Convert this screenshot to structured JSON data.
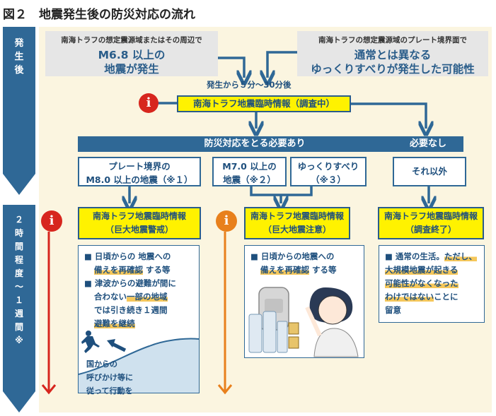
{
  "title": "図２　地震発生後の防災対応の流れ",
  "sidebar": {
    "phase1": [
      "発",
      "生",
      "後"
    ],
    "phase2": [
      "２",
      "時",
      "間",
      "程",
      "度",
      "〜",
      "１",
      "週",
      "間",
      "※"
    ]
  },
  "triggers": {
    "left_small": "南海トラフの想定震源域またはその周辺で",
    "left_big1": "M6.8 以上の",
    "left_big2": "地震が発生",
    "right_small": "南海トラフの想定震源域のプレート境界面で",
    "right_big1": "通常とは異なる",
    "right_big2": "ゆっくりすべりが発生した可能性"
  },
  "timing": "発生から５分〜30分後",
  "investigating": "南海トラフ地震臨時情報（調査中）",
  "branches": {
    "needed": "防災対応をとる必要あり",
    "not_needed": "必要なし"
  },
  "cases": {
    "plate_l1": "プレート境界の",
    "plate_l2": "M8.0 以上の地震（※１）",
    "m7_l1": "M7.0 以上の",
    "m7_l2": "地震（※２）",
    "slip_l1": "ゆっくりすべり",
    "slip_l2": "（※３）",
    "other": "それ以外"
  },
  "info": {
    "warning_l1": "南海トラフ地震臨時情報",
    "warning_l2": "（巨大地震警戒）",
    "caution_l1": "南海トラフ地震臨時情報",
    "caution_l2": "（巨大地震注意）",
    "ended_l1": "南海トラフ地震臨時情報",
    "ended_l2": "（調査終了）"
  },
  "actions": {
    "warning_a1": "日頃からの 地震への",
    "warning_a2a": "備えを再確認",
    "warning_a2b": " する等",
    "warning_b1": "津波からの避難が間に",
    "warning_b2a": "合わない",
    "warning_b2b": "一部の地域",
    "warning_b3": "では引き続き１週間",
    "warning_b4": "避難を継続",
    "warning_c1": "国からの",
    "warning_c2": "呼びかけ等に",
    "warning_c3": "従って行動を",
    "caution_a1": "日頃からの地震への",
    "caution_a2a": "備えを再確認",
    "caution_a2b": " する等",
    "ended_1a": "通常の生活。",
    "ended_1b": "ただし、",
    "ended_2": "大規模地震が起きる",
    "ended_3": "可能性がなくなった",
    "ended_4a": "わけではない",
    "ended_4b": "ことに",
    "ended_5": "留意"
  },
  "colors": {
    "navy": "#2f6896",
    "yellow": "#fff200",
    "red_info": "#d7261e",
    "orange_info": "#e8801c",
    "panel_bg": "#fbf5e0",
    "highlight": "#f5c75a"
  },
  "icons": [
    "info-icon",
    "info-icon",
    "info-icon",
    "tsunami-evacuation-icon",
    "emergency-supplies-icon",
    "person-pointing-icon"
  ]
}
